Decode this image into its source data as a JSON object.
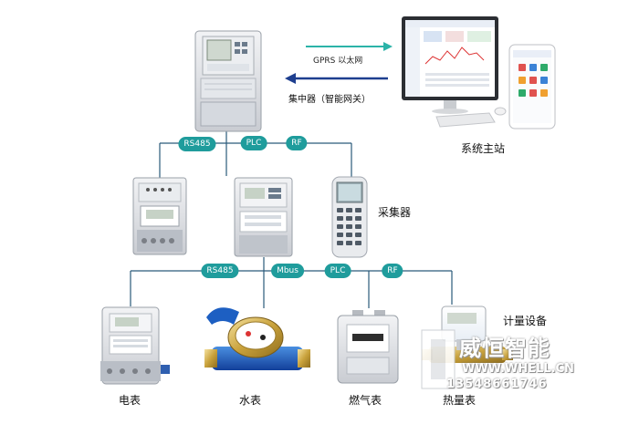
{
  "top": {
    "arrow_protocols": "GPRS    以太网",
    "concentrator_label": "集中器（智能网关）",
    "system_station_label": "系统主站"
  },
  "bus1": {
    "tags": [
      "RS485",
      "PLC",
      "RF"
    ]
  },
  "middle": {
    "collector_label": "采集器"
  },
  "bus2": {
    "tags": [
      "RS485",
      "Mbus",
      "PLC",
      "RF"
    ]
  },
  "bottom": {
    "metering_label": "计量设备",
    "devices": [
      "电表",
      "水表",
      "燃气表",
      "热量表"
    ]
  },
  "watermark": {
    "brand": "威恒智能",
    "url": "WWW.WHELL.CN",
    "phone": "13548661746"
  },
  "colors": {
    "line": "#2a5a7a",
    "tag": "#1f9c9c",
    "arrow_right": "#2bb3a8",
    "arrow_left": "#1e3f8f"
  }
}
